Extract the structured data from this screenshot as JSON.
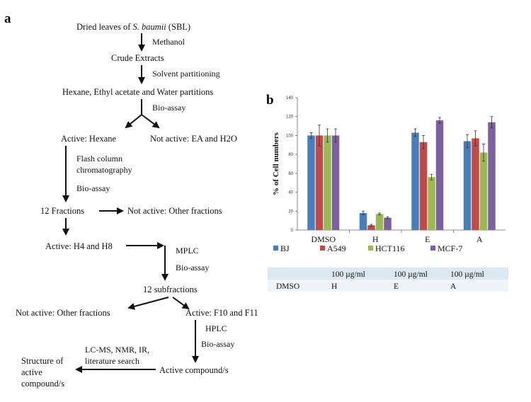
{
  "panels": {
    "a": "a",
    "b": "b"
  },
  "flow": {
    "sbl_prefix": "Dried leaves of ",
    "sbl_species": "S. baumii",
    "sbl_suffix": " (SBL)",
    "methanol": "Methanol",
    "crude": "Crude Extracts",
    "solvent": "Solvent partitioning",
    "partitions": "Hexane, Ethyl acetate and Water partitions",
    "bioassay": "Bio-assay",
    "active_hexane": "Active: Hexane",
    "not_active_ea": "Not active: EA and H2O",
    "flash1": "Flash column",
    "flash2": "chromatography",
    "fractions12": "12 Fractions",
    "not_active_other": "Not active: Other fractions",
    "active_h4h8": "Active: H4 and H8",
    "mplc": "MPLC",
    "subfractions": "12 subfractions",
    "active_f10": "Active: F10 and F11",
    "hplc": "HPLC",
    "lcms1": "LC-MS, NMR, IR,",
    "lcms2": "literature search",
    "active_compound": "Active compound/s",
    "structure1": "Structure of",
    "structure2": "active",
    "structure3": "compound/s"
  },
  "chart_data": {
    "type": "bar",
    "ylabel": "% of Cell numbers",
    "ylim": [
      0,
      140
    ],
    "yticks": [
      0,
      20,
      40,
      60,
      80,
      100,
      120,
      140
    ],
    "categories": [
      "DMSO",
      "H",
      "E",
      "A"
    ],
    "series": [
      {
        "name": "BJ",
        "color": "#4a7ebb",
        "values": [
          100,
          18,
          103,
          94
        ],
        "errors": [
          3,
          2,
          4,
          7
        ]
      },
      {
        "name": "A549",
        "color": "#be4b48",
        "values": [
          100,
          5,
          93,
          97
        ],
        "errors": [
          11,
          1,
          7,
          8
        ]
      },
      {
        "name": "HCT116",
        "color": "#98b954",
        "values": [
          100,
          17,
          56,
          82
        ],
        "errors": [
          7,
          1,
          3,
          9
        ]
      },
      {
        "name": "MCF-7",
        "color": "#7d60a0",
        "values": [
          100,
          13,
          116,
          114
        ],
        "errors": [
          7,
          1,
          3,
          6
        ]
      }
    ],
    "table": {
      "row1": [
        "",
        "100 µg/ml",
        "100 µg/ml",
        "100 µg/ml"
      ],
      "row2": [
        "DMSO",
        "H",
        "E",
        "A"
      ]
    }
  }
}
